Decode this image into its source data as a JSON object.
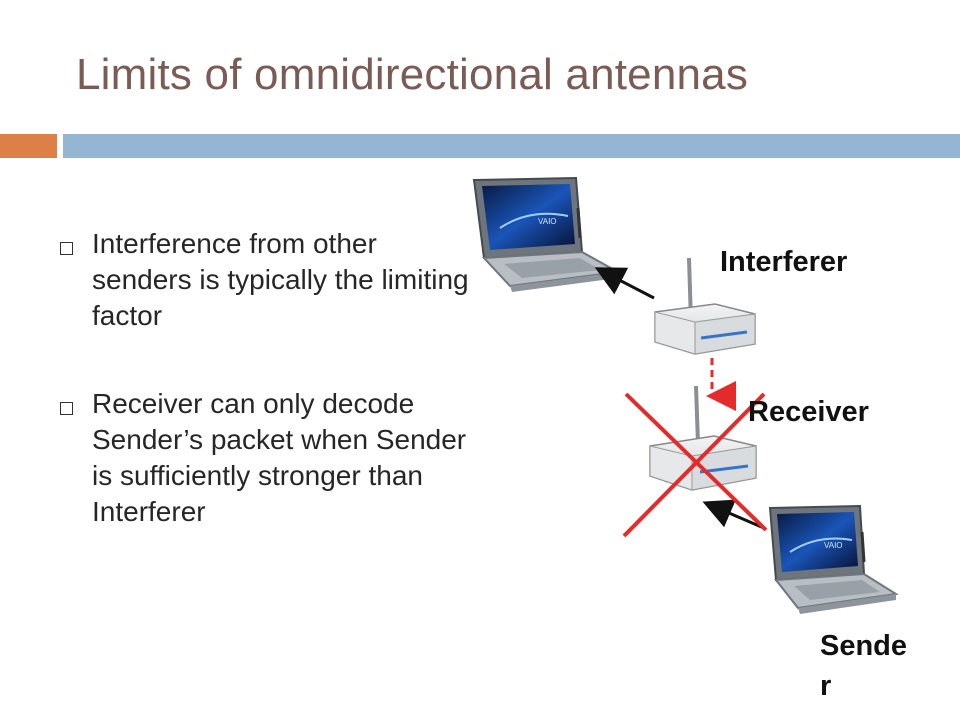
{
  "slide": {
    "title": "Limits of omnidirectional antennas",
    "accent_colors": {
      "orange": "#dd8047",
      "blue": "#94b6d2",
      "title": "#7a5c54"
    }
  },
  "bullets": [
    {
      "icon": "square-bullet-icon",
      "text": "Interference from other senders is typically the limiting factor"
    },
    {
      "icon": "square-bullet-icon",
      "text": "Receiver can only decode Sender’s packet when Sender is sufficiently stronger than Interferer"
    }
  ],
  "diagram": {
    "labels": {
      "interferer": "Interferer",
      "receiver": "Receiver",
      "sender_line1": "Sende",
      "sender_line2": "r"
    },
    "laptop_brand": "VAIO",
    "icons": [
      "laptop-icon",
      "router-icon",
      "arrow-icon",
      "red-x-icon"
    ],
    "interference_arrow_color": "#e32b2b",
    "cross_color": "#e32b2b"
  }
}
